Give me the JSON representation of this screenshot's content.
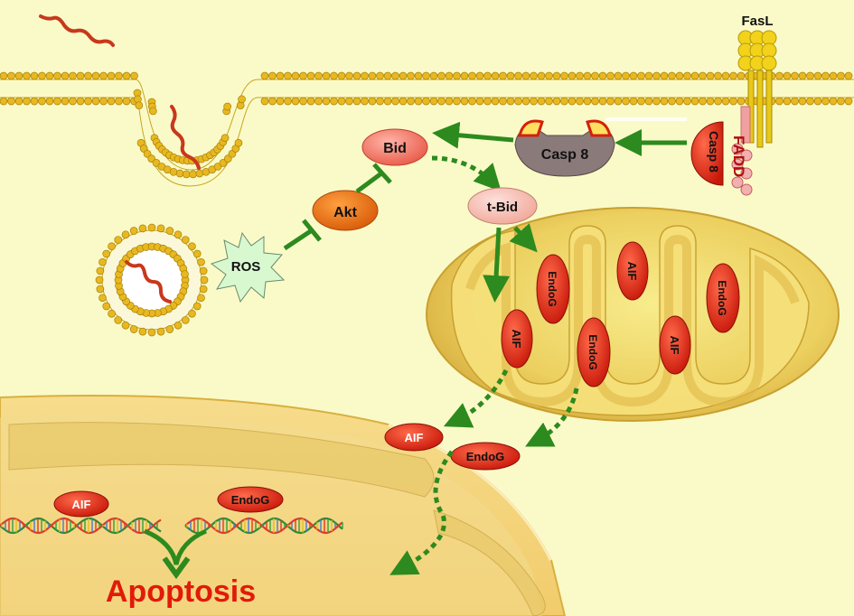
{
  "labels": {
    "fasl": "FasL",
    "fadd": "FADD",
    "casp8_receptor": "Casp 8",
    "casp8": "Casp 8",
    "bid": "Bid",
    "tbid": "t-Bid",
    "akt": "Akt",
    "ros": "ROS",
    "mito_aif_1": "AIF",
    "mito_aif_2": "AIF",
    "mito_aif_3": "AIF",
    "mito_endog_1": "EndoG",
    "mito_endog_2": "EndoG",
    "mito_endog_3": "EndoG",
    "cyto_aif": "AIF",
    "cyto_endog": "EndoG",
    "nuc_aif": "AIF",
    "nuc_endog": "EndoG",
    "apoptosis": "Apoptosis"
  },
  "colors": {
    "background": "#fafac8",
    "membrane_head": "#e0b21c",
    "arrow_green": "#2d8a1e",
    "protein_red": "#d4200c",
    "akt_orange": "#e86c10",
    "bid_pink": "#f07a6a",
    "tbid_pink": "#f6b8b0",
    "ros_green": "#d8f8d0",
    "mito_fill": "#e8c850",
    "nucleus_fill": "#f2d27a",
    "apoptosis_text": "#e21a0a"
  }
}
